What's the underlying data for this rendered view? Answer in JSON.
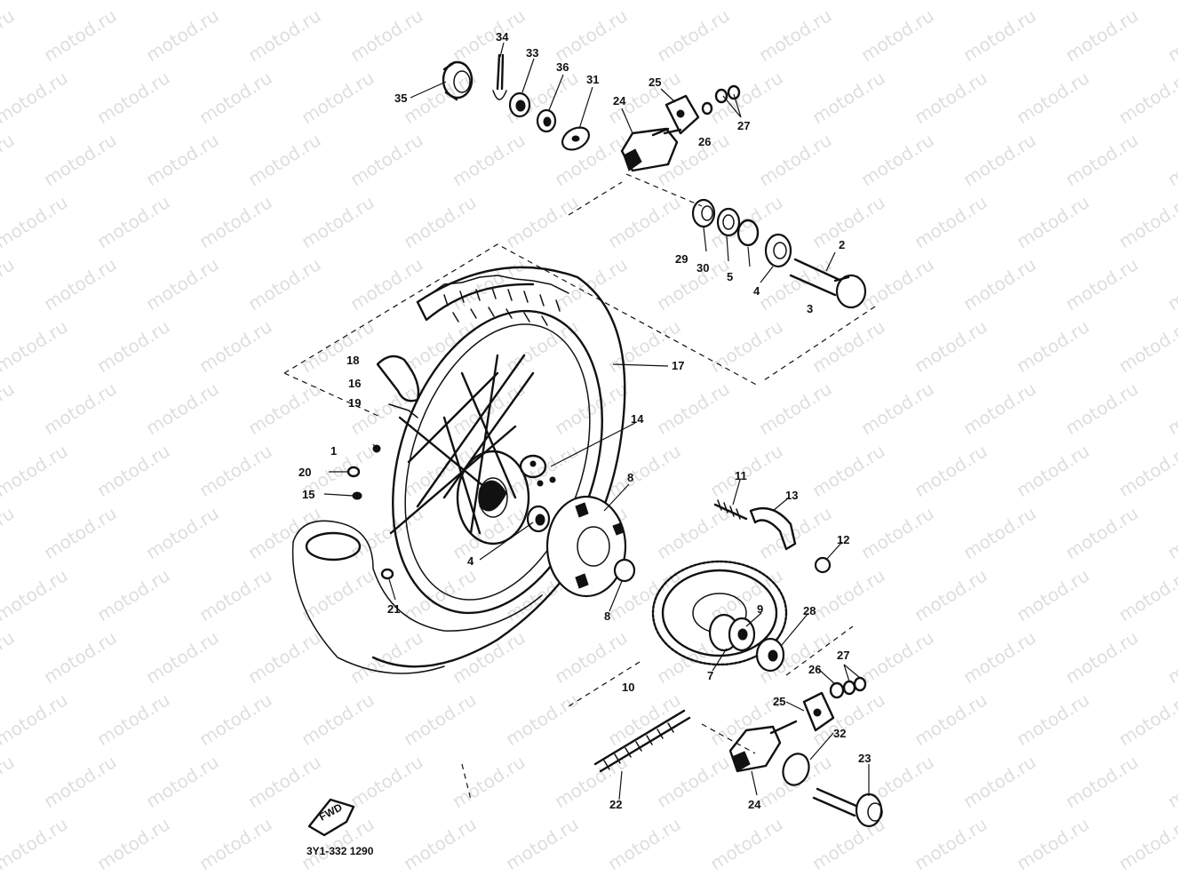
{
  "watermark": "motod.ru",
  "diagram_code": "3Y1-332 1290",
  "fwd_label": "FWD",
  "callouts": [
    {
      "id": "c35",
      "label": "35"
    },
    {
      "id": "c34",
      "label": "34"
    },
    {
      "id": "c33",
      "label": "33"
    },
    {
      "id": "c36",
      "label": "36"
    },
    {
      "id": "c31",
      "label": "31"
    },
    {
      "id": "c24a",
      "label": "24"
    },
    {
      "id": "c25a",
      "label": "25"
    },
    {
      "id": "c26a",
      "label": "26"
    },
    {
      "id": "c27a",
      "label": "27"
    },
    {
      "id": "c29",
      "label": "29"
    },
    {
      "id": "c30",
      "label": "30"
    },
    {
      "id": "c5",
      "label": "5"
    },
    {
      "id": "c4a",
      "label": "4"
    },
    {
      "id": "c2",
      "label": "2"
    },
    {
      "id": "c3",
      "label": "3"
    },
    {
      "id": "c17",
      "label": "17"
    },
    {
      "id": "c18",
      "label": "18"
    },
    {
      "id": "c16",
      "label": "16"
    },
    {
      "id": "c19",
      "label": "19"
    },
    {
      "id": "c1",
      "label": "1"
    },
    {
      "id": "c20",
      "label": "20"
    },
    {
      "id": "c15",
      "label": "15"
    },
    {
      "id": "c14",
      "label": "14"
    },
    {
      "id": "c8a",
      "label": "8"
    },
    {
      "id": "c8b",
      "label": "8"
    },
    {
      "id": "c4b",
      "label": "4"
    },
    {
      "id": "c21",
      "label": "21"
    },
    {
      "id": "c11",
      "label": "11"
    },
    {
      "id": "c13",
      "label": "13"
    },
    {
      "id": "c12",
      "label": "12"
    },
    {
      "id": "c9",
      "label": "9"
    },
    {
      "id": "c28",
      "label": "28"
    },
    {
      "id": "c7",
      "label": "7"
    },
    {
      "id": "c10",
      "label": "10"
    },
    {
      "id": "c26b",
      "label": "26"
    },
    {
      "id": "c27b",
      "label": "27"
    },
    {
      "id": "c25b",
      "label": "25"
    },
    {
      "id": "c32",
      "label": "32"
    },
    {
      "id": "c23",
      "label": "23"
    },
    {
      "id": "c24b",
      "label": "24"
    },
    {
      "id": "c22",
      "label": "22"
    }
  ]
}
